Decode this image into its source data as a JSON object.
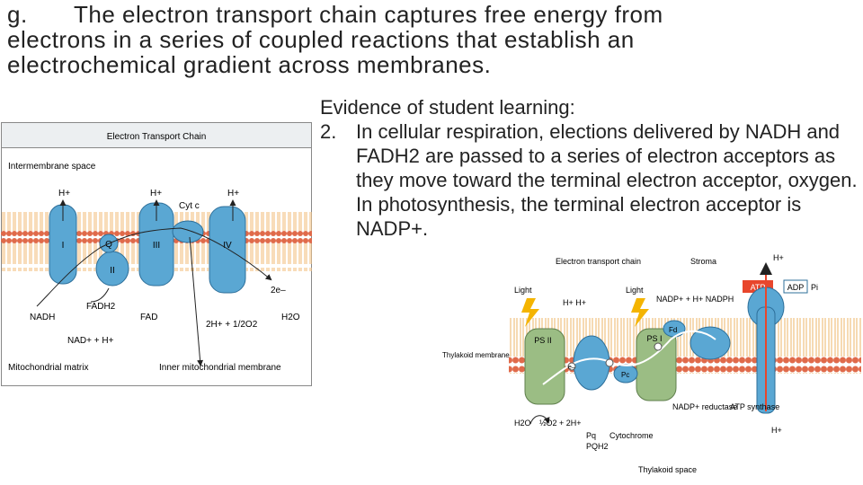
{
  "heading": {
    "letter": "g.",
    "text": "The electron transport chain captures free energy from electrons in a series of coupled reactions that establish an electrochemical gradient across membranes."
  },
  "evidence": {
    "title": "Evidence of student learning:",
    "items": [
      {
        "number": "2.",
        "text": "In cellular respiration, elections delivered by NADH and FADH2 are passed to a series of electron acceptors as they move toward the terminal electron acceptor, oxygen.  In photosynthesis, the terminal electron acceptor is NADP+."
      }
    ]
  },
  "figure1": {
    "title": "Electron Transport Chain",
    "intermembrane": "Intermembrane space",
    "h1": "H+",
    "h2": "H+",
    "h3": "H+",
    "cytc": "Cyt c",
    "c1": "I",
    "q": "Q",
    "c2": "II",
    "c3": "III",
    "c4": "IV",
    "e2": "2e–",
    "fadh2": "FADH2",
    "nadh": "NADH",
    "fad": "FAD",
    "water_rxn": "2H+ + 1/2O2",
    "h2o": "H2O",
    "nad": "NAD+ + H+",
    "matrix": "Mitochondrial matrix",
    "inner": "Inner mitochondrial membrane"
  },
  "figure2": {
    "etc": "Electron transport chain",
    "stroma": "Stroma",
    "h_top": "H+",
    "light1": "Light",
    "light2": "Light",
    "hh": "H+  H+",
    "nadp_rxn": "NADP+ + H+   NADPH",
    "atp": "ATP",
    "adp": "ADP",
    "pi": "Pi",
    "ps2": "PS II",
    "ps1": "PS I",
    "fd": "Fd",
    "pc": "Pc",
    "e": "e–",
    "thylakoid_membrane": "Thylakoid membrane",
    "h2o": "H2O",
    "o2": "½O2 + 2H+",
    "pq": "Pq",
    "pqh2": "PQH2",
    "cytochrome": "Cytochrome",
    "nadp_reductase": "NADP+ reductase",
    "atp_synthase": "ATP synthase",
    "h_bottom": "H+",
    "space": "Thylakoid space"
  },
  "colors": {
    "protein": "#5aa7d3",
    "protein_dark": "#2d6f9a",
    "head": "#e06a4a",
    "tail": "#f2c58a",
    "ps": "#9bbd84",
    "atp": "#e8462c"
  }
}
